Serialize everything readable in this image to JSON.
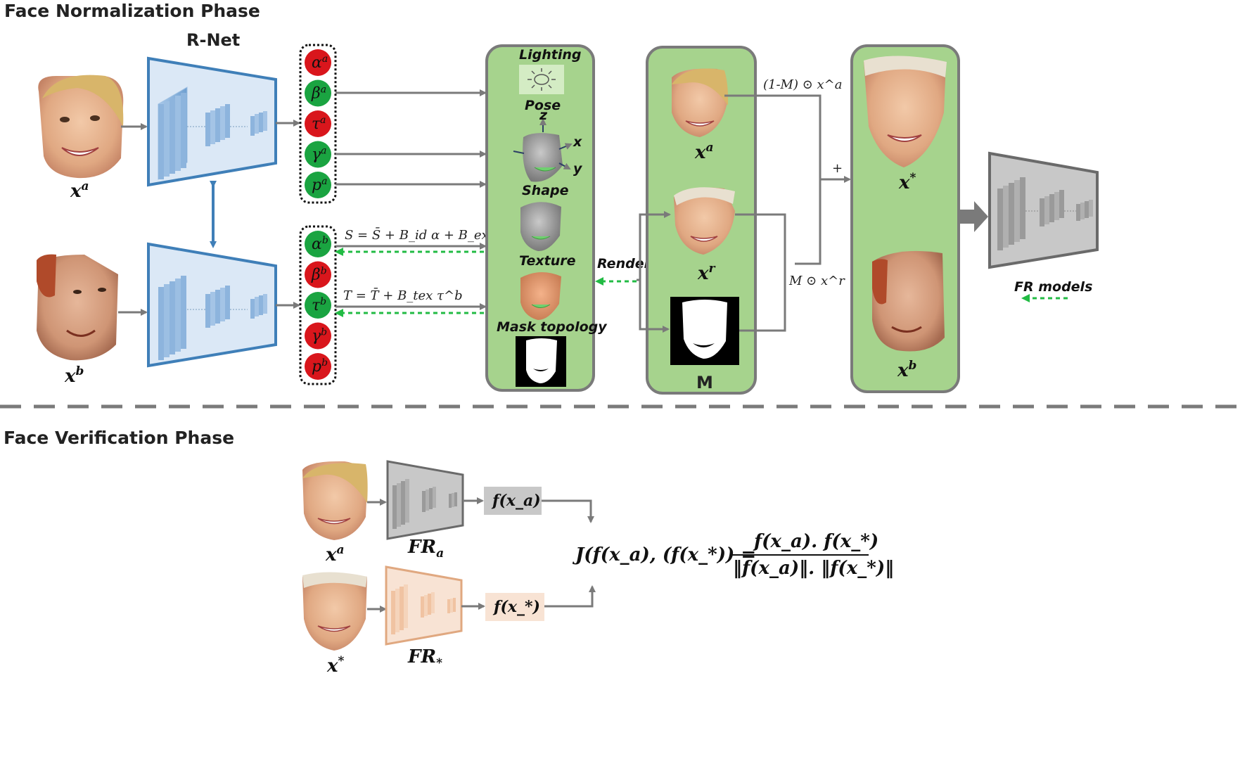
{
  "phases": {
    "normalization": "Face Normalization Phase",
    "verification": "Face Verification Phase"
  },
  "rnet": {
    "label": "R-Net"
  },
  "faces": {
    "xa": "x",
    "xa_sup": "a",
    "xb": "x",
    "xb_sup": "b",
    "xr": "x",
    "xr_sup": "r",
    "xstar": "x",
    "xstar_sup": "*"
  },
  "params_a": [
    {
      "sym": "α",
      "sup": "a",
      "color": "#d9161c"
    },
    {
      "sym": "β",
      "sup": "a",
      "color": "#1aa441"
    },
    {
      "sym": "τ",
      "sup": "a",
      "color": "#d9161c"
    },
    {
      "sym": "γ",
      "sup": "a",
      "color": "#1aa441"
    },
    {
      "sym": "p",
      "sup": "a",
      "color": "#1aa441"
    }
  ],
  "params_b": [
    {
      "sym": "α",
      "sup": "b",
      "color": "#1aa441"
    },
    {
      "sym": "β",
      "sup": "b",
      "color": "#d9161c"
    },
    {
      "sym": "τ",
      "sup": "b",
      "color": "#1aa441"
    },
    {
      "sym": "γ",
      "sup": "b",
      "color": "#d9161c"
    },
    {
      "sym": "p",
      "sup": "b",
      "color": "#d9161c"
    }
  ],
  "equations": {
    "shape": "S = S̄ + B_id α + B_exp β^b",
    "texture": "T = T̄ + B_tex τ^b"
  },
  "render_panel": {
    "lighting": "Lighting",
    "pose": "Pose",
    "shape": "Shape",
    "texture": "Texture",
    "mask": "Mask topology",
    "axis_x": "x",
    "axis_y": "y",
    "axis_z": "z"
  },
  "render_label": "Render",
  "mask_label": "M",
  "blend": {
    "top": "(1-M) ⊙ x^a",
    "bottom": "M ⊙ x^r",
    "plus": "+"
  },
  "fr_models_label": "FR models",
  "verification": {
    "fr_a": "FR",
    "fr_a_sub": "a",
    "fr_star": "FR",
    "fr_star_sub": "*",
    "f_xa": "f(x_a)",
    "f_xstar": "f(x_*)",
    "similarity_lhs": "J(f(x_a), (f(x_*)) =",
    "numerator": "f(x_a). f(x_*)",
    "denominator": "‖f(x_a)‖. ‖f(x_*)‖"
  },
  "colors": {
    "rnet_fill": "#dbe8f6",
    "rnet_stroke": "#3f7fb8",
    "green_panel": "#a6d38d",
    "panel_stroke": "#7a7a7a",
    "arrow_gray": "#7a7a7a",
    "green_dashed": "#22bb44",
    "fr_gray": "#c8c8c8",
    "fr_orange": "#f8e3d4",
    "fr_orange_stroke": "#e0a880"
  }
}
